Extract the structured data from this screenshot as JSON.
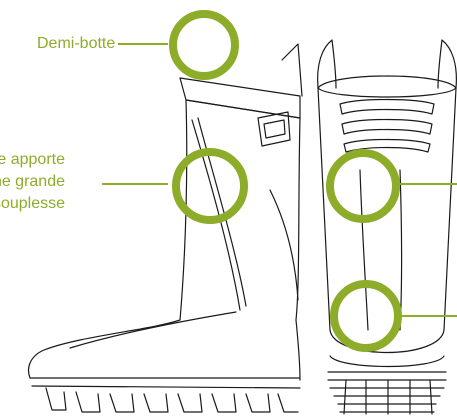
{
  "annotations": {
    "top_label": "Demi-botte",
    "mid_label_lines": [
      "e apporte",
      "ne grande",
      "souplesse"
    ]
  },
  "colors": {
    "accent": "#8dad2a",
    "line": "#1a1a1a",
    "background": "#ffffff"
  },
  "illustration": {
    "left_view": "boot-side-view",
    "right_view": "boot-back-view"
  }
}
